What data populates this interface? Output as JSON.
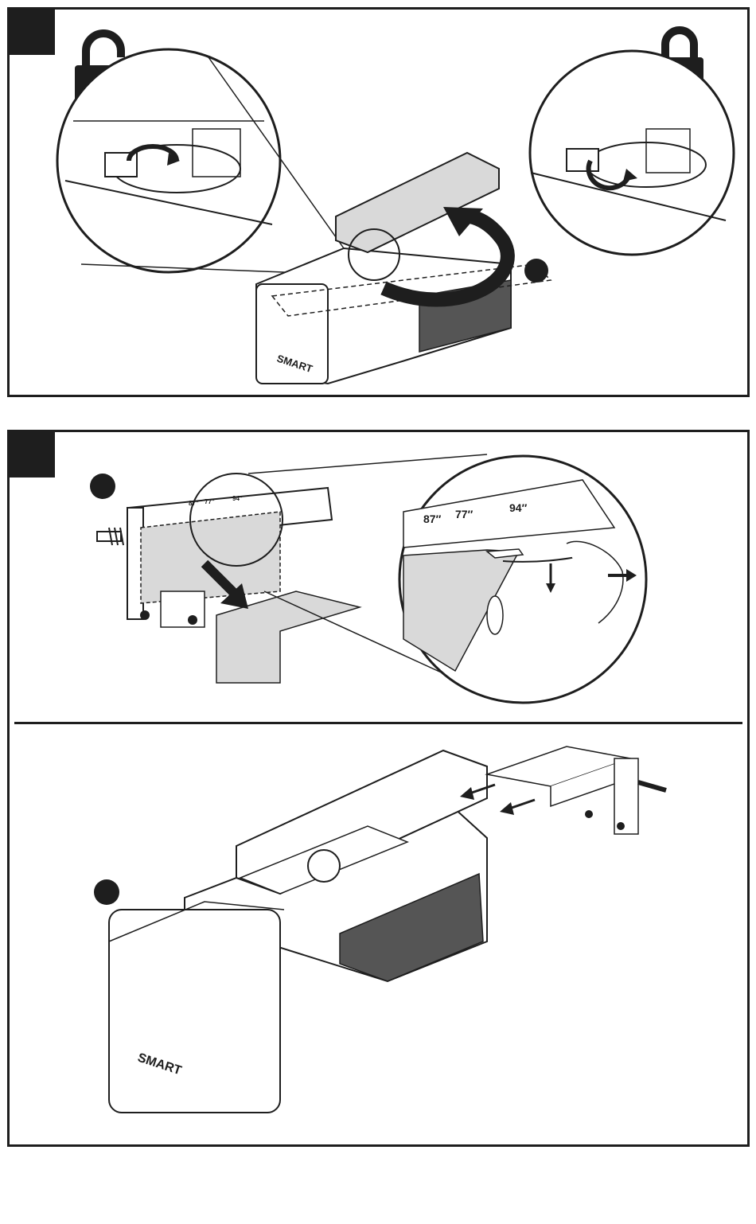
{
  "steps": [
    {
      "number_box": "",
      "sub_markers": [
        "",
        "",
        ""
      ]
    },
    {
      "number_box": "",
      "sub_markers": [
        "",
        ""
      ]
    }
  ],
  "brand": {
    "logo_text": "SMART"
  },
  "measure_labels": [
    "87″",
    "77″",
    "94″"
  ],
  "icons": [
    "lock-open-icon",
    "lock-closed-icon",
    "rotate-arrow-icon",
    "pull-arrow-icon"
  ],
  "colors": {
    "ink": "#1e1e1e",
    "shade": "#d9d9d9",
    "white": "#ffffff"
  }
}
